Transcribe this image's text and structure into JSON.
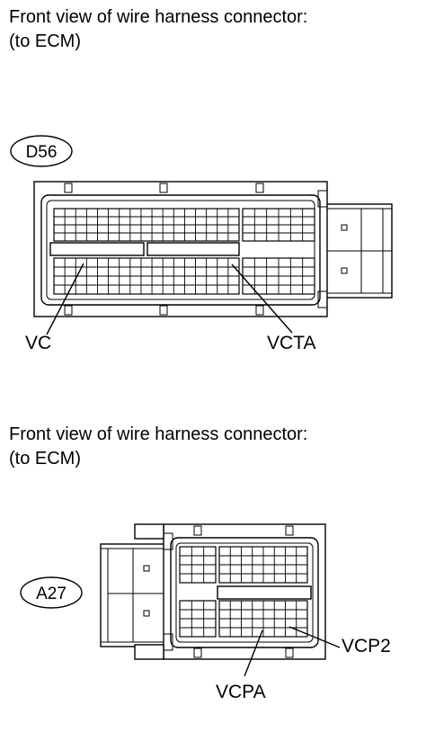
{
  "captions": {
    "top": {
      "line1": "Front view of wire harness connector:",
      "line2": "(to ECM)"
    },
    "bottom": {
      "line1": "Front view of wire harness connector:",
      "line2": "(to ECM)"
    }
  },
  "connectors": {
    "d56": {
      "tag": "D56",
      "pins": {
        "vc": "VC",
        "vcta": "VCTA"
      }
    },
    "a27": {
      "tag": "A27",
      "pins": {
        "vcp2": "VCP2",
        "vcpa": "VCPA"
      }
    }
  }
}
